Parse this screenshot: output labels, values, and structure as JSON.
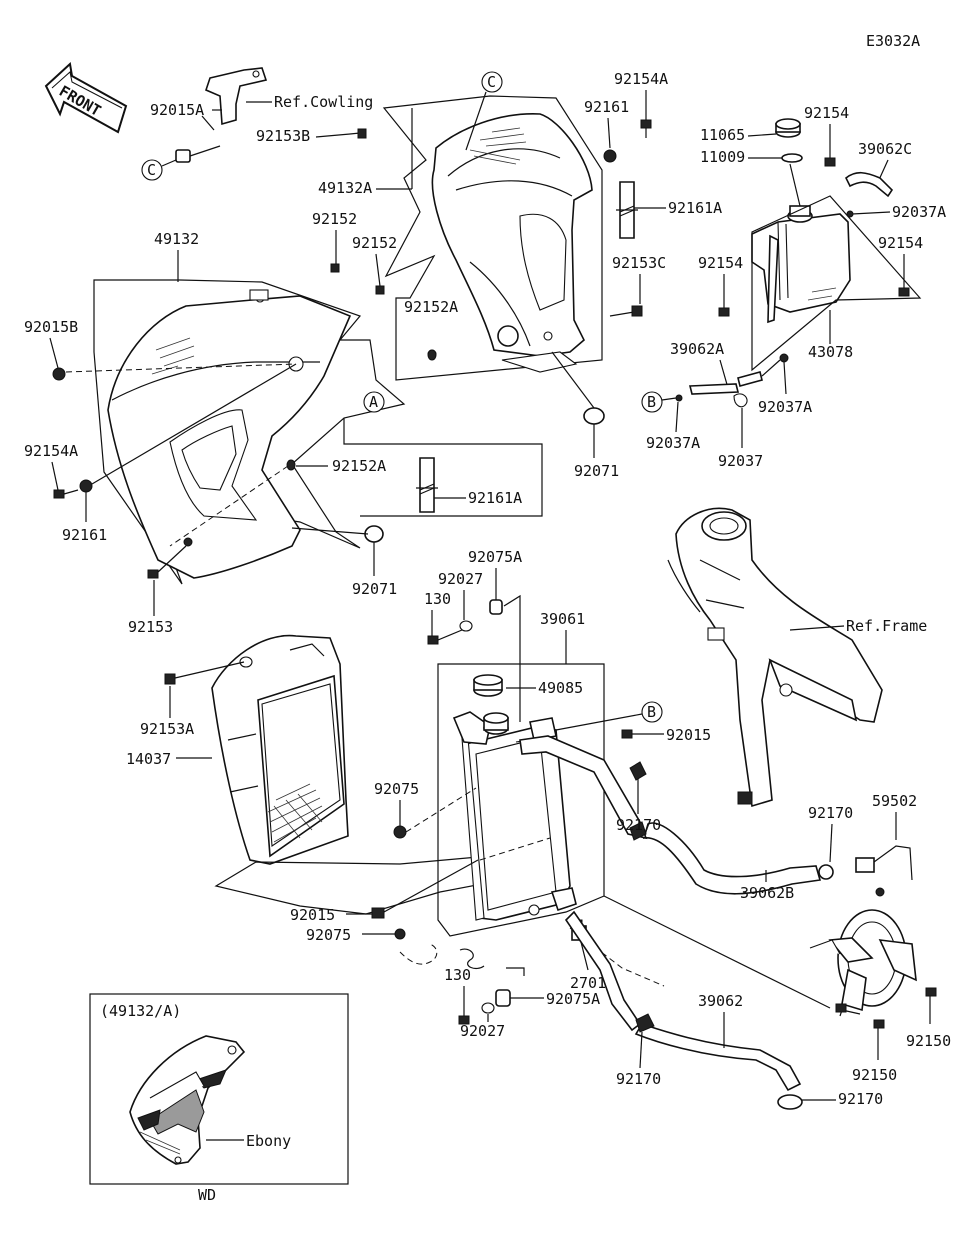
{
  "diagram_code": "E3032A",
  "front_arrow": {
    "text": "FRONT"
  },
  "callouts": {
    "a": "A",
    "b": "B",
    "c": "C"
  },
  "refs": {
    "cowling": "Ref.Cowling",
    "frame": "Ref.Frame"
  },
  "inset": {
    "title": "(49132/A)",
    "color_label": "Ebony",
    "caption": "WD"
  },
  "parts": {
    "p92015A": "92015A",
    "p92153B": "92153B",
    "p49132A": "49132A",
    "p92152_a": "92152",
    "p92152_b": "92152",
    "p49132": "49132",
    "p92015B": "92015B",
    "p92154A_a": "92154A",
    "p92161_a": "92161",
    "p92153": "92153",
    "p92152A_a": "92152A",
    "p92161A_a": "92161A",
    "p92071_a": "92071",
    "p92152A_b": "92152A",
    "p92154A_b": "92154A",
    "p92161_b": "92161",
    "p92161A_b": "92161A",
    "p92153C": "92153C",
    "p92071_b": "92071",
    "p11065": "11065",
    "p11009": "11009",
    "p92154_a": "92154",
    "p39062C": "39062C",
    "p92037A_a": "92037A",
    "p92154_b": "92154",
    "p92154_c": "92154",
    "p43078": "43078",
    "p39062A": "39062A",
    "p92037A_b": "92037A",
    "p92037A_c": "92037A",
    "p92037": "92037",
    "p92075A_a": "92075A",
    "p92027_a": "92027",
    "p130_a": "130",
    "p39061": "39061",
    "p49085": "49085",
    "p92153A": "92153A",
    "p14037": "14037",
    "p92015_a": "92015",
    "p92075_a": "92075",
    "p92170_a": "92170",
    "p92170_b": "92170",
    "p59502": "59502",
    "p39062B": "39062B",
    "p92015_b": "92015",
    "p92075_b": "92075",
    "p130_b": "130",
    "p27010": "27010",
    "p92075A_b": "92075A",
    "p92027_b": "92027",
    "p39062": "39062",
    "p92170_c": "92170",
    "p92170_d": "92170",
    "p92150_a": "92150",
    "p92150_b": "92150"
  }
}
